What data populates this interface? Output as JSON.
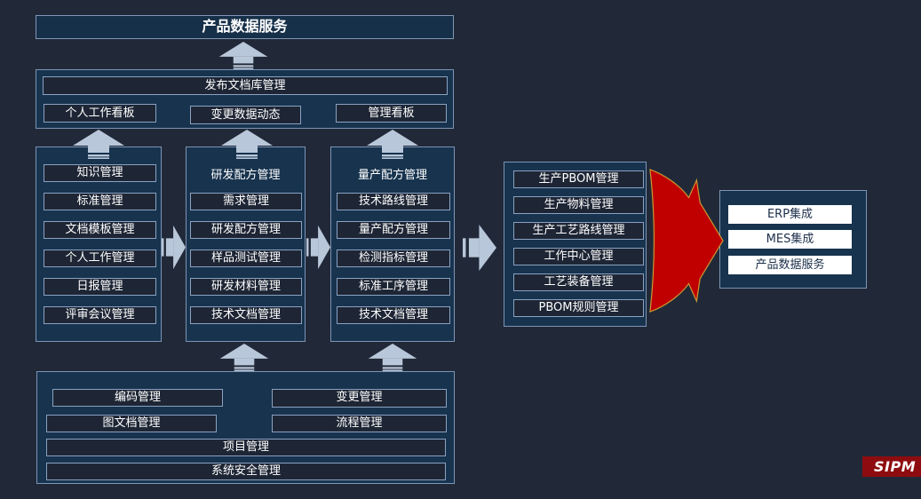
{
  "colors": {
    "background": "#212938",
    "panel_fill": "#17334e",
    "panel_border": "#7d94b5",
    "item_fill": "#1e2635",
    "item_border": "#8ba2c2",
    "arrow_fill": "#b9c7da",
    "red_arrow_fill": "#c00000",
    "red_arrow_stroke": "#cc9933",
    "integration_item_bg": "#ffffff",
    "integration_item_text": "#1c2f4a",
    "logo_bg": "#8e0c10"
  },
  "top": {
    "title": "产品数据服务"
  },
  "dashboard": {
    "header": "发布文档库管理",
    "items": [
      "个人工作看板",
      "变更数据动态",
      "管理看板"
    ]
  },
  "columns": [
    {
      "items": [
        "知识管理",
        "标准管理",
        "文档模板管理",
        "个人工作管理",
        "日报管理",
        "评审会议管理"
      ]
    },
    {
      "header": "研发配方管理",
      "items": [
        "需求管理",
        "研发配方管理",
        "样品测试管理",
        "研发材料管理",
        "技术文档管理"
      ]
    },
    {
      "header": "量产配方管理",
      "items": [
        "技术路线管理",
        "量产配方管理",
        "检测指标管理",
        "标准工序管理",
        "技术文档管理"
      ]
    }
  ],
  "production": {
    "items": [
      "生产PBOM管理",
      "生产物料管理",
      "生产工艺路线管理",
      "工作中心管理",
      "工艺装备管理",
      "PBOM规则管理"
    ]
  },
  "integration": {
    "items": [
      "ERP集成",
      "MES集成",
      "产品数据服务"
    ]
  },
  "foundation": {
    "items_left": [
      "编码管理",
      "图文档管理"
    ],
    "items_right": [
      "变更管理",
      "流程管理"
    ],
    "items_full": [
      "项目管理",
      "系统安全管理"
    ]
  },
  "logo": {
    "text": "SIPM"
  }
}
